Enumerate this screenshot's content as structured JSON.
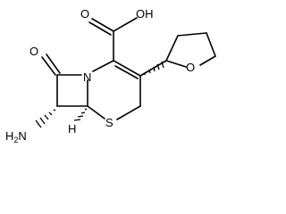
{
  "structure": {
    "labels": {
      "acid": "OH",
      "acid_carbonyl_o": "O",
      "lactam_o": "O",
      "nitrogen": "N",
      "sulfur": "S",
      "ring_o": "O",
      "amine": "H2N",
      "stereo_h": "H"
    },
    "colors": {
      "bond": "#000000",
      "background": "#ffffff"
    }
  }
}
